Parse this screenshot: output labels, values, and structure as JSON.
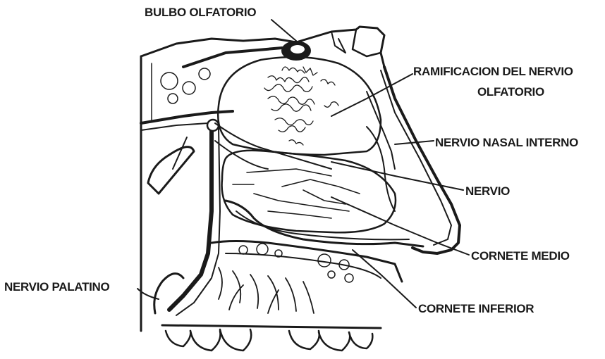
{
  "labels": {
    "bulbo_olfatorio": "BULBO OLFATORIO",
    "ramificacion_line1": "RAMIFICACION DEL NERVIO",
    "ramificacion_line2": "OLFATORIO",
    "nervio_nasal_interno": "NERVIO NASAL INTERNO",
    "nervio": "NERVIO",
    "cornete_medio": "CORNETE MEDIO",
    "nervio_palatino": "NERVIO PALATINO",
    "cornete_inferior": "CORNETE INFERIOR"
  },
  "colors": {
    "ink": "#1a1a1a",
    "paper": "#ffffff"
  }
}
